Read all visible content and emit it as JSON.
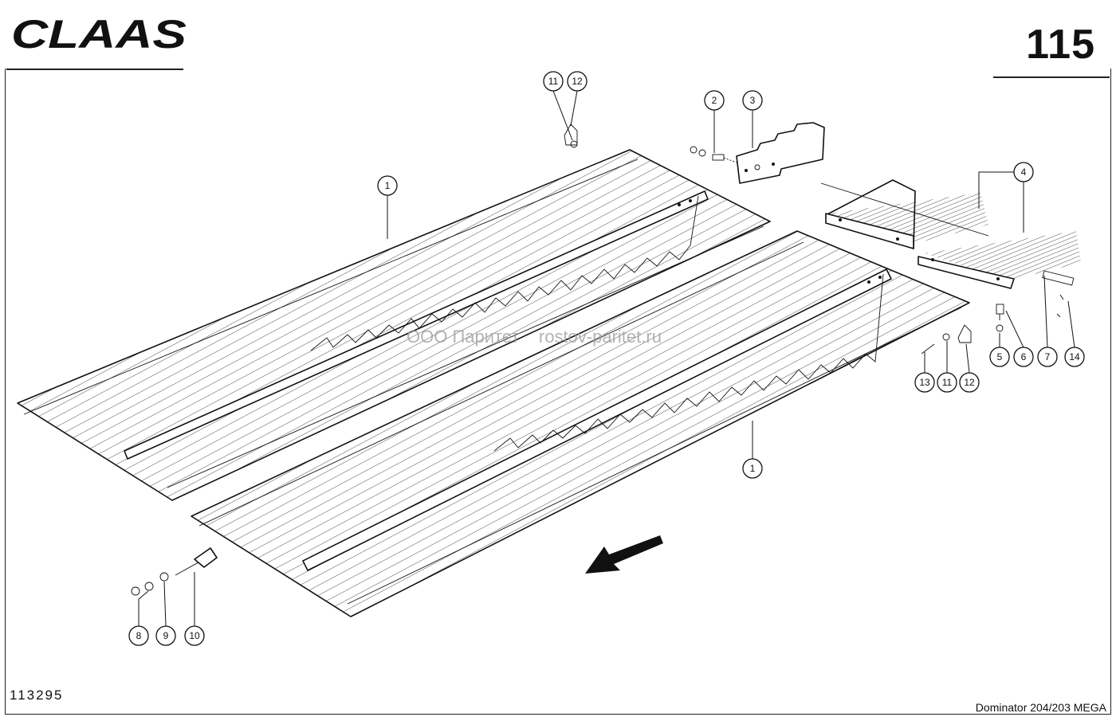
{
  "header": {
    "brand": "CLAAS",
    "page_number": "115"
  },
  "footer": {
    "drawing_number": "113295",
    "model": "Dominator 204/203 MEGA"
  },
  "watermark": "ООО Паритет    rostov-paritet.ru",
  "callouts": [
    {
      "id": "c1a",
      "label": "1"
    },
    {
      "id": "c1b",
      "label": "1"
    },
    {
      "id": "c2",
      "label": "2"
    },
    {
      "id": "c3",
      "label": "3"
    },
    {
      "id": "c4",
      "label": "4"
    },
    {
      "id": "c5",
      "label": "5"
    },
    {
      "id": "c6",
      "label": "6"
    },
    {
      "id": "c7",
      "label": "7"
    },
    {
      "id": "c8",
      "label": "8"
    },
    {
      "id": "c9",
      "label": "9"
    },
    {
      "id": "c10",
      "label": "10"
    },
    {
      "id": "c11a",
      "label": "11"
    },
    {
      "id": "c11b",
      "label": "11"
    },
    {
      "id": "c12a",
      "label": "12"
    },
    {
      "id": "c12b",
      "label": "12"
    },
    {
      "id": "c13",
      "label": "13"
    },
    {
      "id": "c14",
      "label": "14"
    }
  ]
}
